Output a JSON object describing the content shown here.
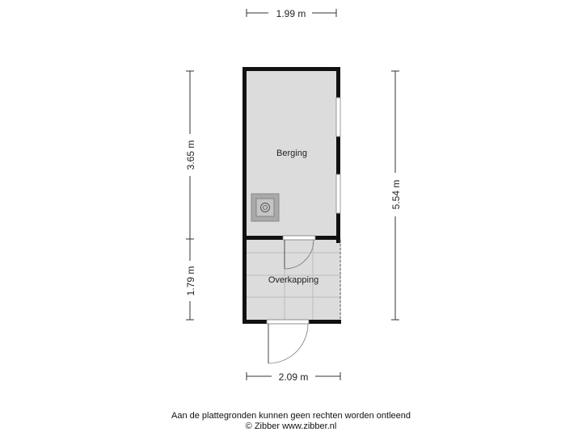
{
  "dimensions": {
    "top_width": "1.99 m",
    "bottom_width": "2.09 m",
    "left_upper": "3.65 m",
    "left_lower": "1.79 m",
    "right_total": "5.54 m"
  },
  "rooms": {
    "berging": "Berging",
    "overkapping": "Overkapping"
  },
  "footer": {
    "disclaimer": "Aan de plattegronden kunnen geen rechten worden ontleend",
    "copyright": "© Zibber www.zibber.nl"
  },
  "colors": {
    "wall": "#111111",
    "room_fill": "#dcdcdc",
    "grid_line": "#bdbdbd",
    "background": "#ffffff"
  }
}
